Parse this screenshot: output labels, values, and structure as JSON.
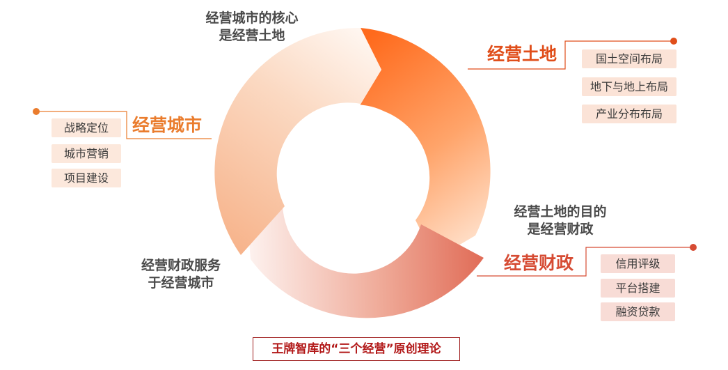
{
  "colors": {
    "land_accent": "#e04e1a",
    "city_accent": "#ea7c2d",
    "finance_accent": "#d64b33",
    "tag_land": "#fbe3d7",
    "tag_city": "#fce8dc",
    "tag_finance": "#f8dcd6",
    "title_border": "#9e1b1b",
    "title_text": "#b21919"
  },
  "captions": {
    "city_to_land_l1": "经营城市的核心",
    "city_to_land_l2": "是经营土地",
    "land_to_finance_l1": "经营土地的目的",
    "land_to_finance_l2": "是经营财政",
    "finance_to_city_l1": "经营财政服务",
    "finance_to_city_l2": "于经营城市"
  },
  "sections": {
    "land": {
      "title": "经营土地",
      "items": [
        "国土空间布局",
        "地下与地上布局",
        "产业分布布局"
      ]
    },
    "city": {
      "title": "经营城市",
      "items": [
        "战略定位",
        "城市营销",
        "项目建设"
      ]
    },
    "finance": {
      "title": "经营财政",
      "items": [
        "信用评级",
        "平台搭建",
        "融资贷款"
      ]
    }
  },
  "footer": {
    "title": "王牌智库的“三个经营”原创理论"
  }
}
